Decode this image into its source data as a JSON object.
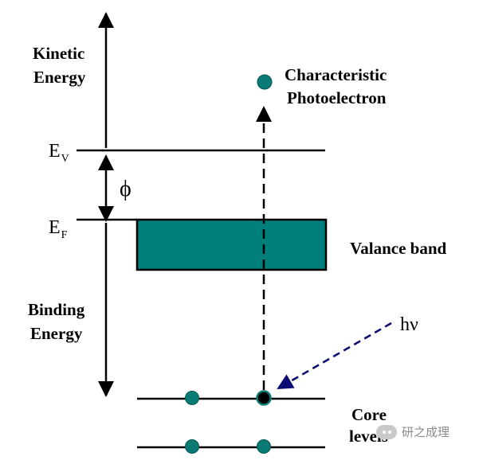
{
  "labels": {
    "kinetic_line1": "Kinetic",
    "kinetic_line2": "Energy",
    "ev_main": "E",
    "ev_sub": "V",
    "ef_main": "E",
    "ef_sub": "F",
    "phi": "ϕ",
    "binding_line1": "Binding",
    "binding_line2": "Energy",
    "characteristic_line1": "Characteristic",
    "characteristic_line2": "Photoelectron",
    "valance_band": "Valance band",
    "photon": "hν",
    "core_line1": "Core",
    "core_line2": "levels"
  },
  "watermark": {
    "text": "研之成理"
  },
  "colors": {
    "band_fill": "#007f7a",
    "electron_fill": "#0a7a74",
    "photon_arrow": "#0b0b73",
    "line": "#000000"
  }
}
